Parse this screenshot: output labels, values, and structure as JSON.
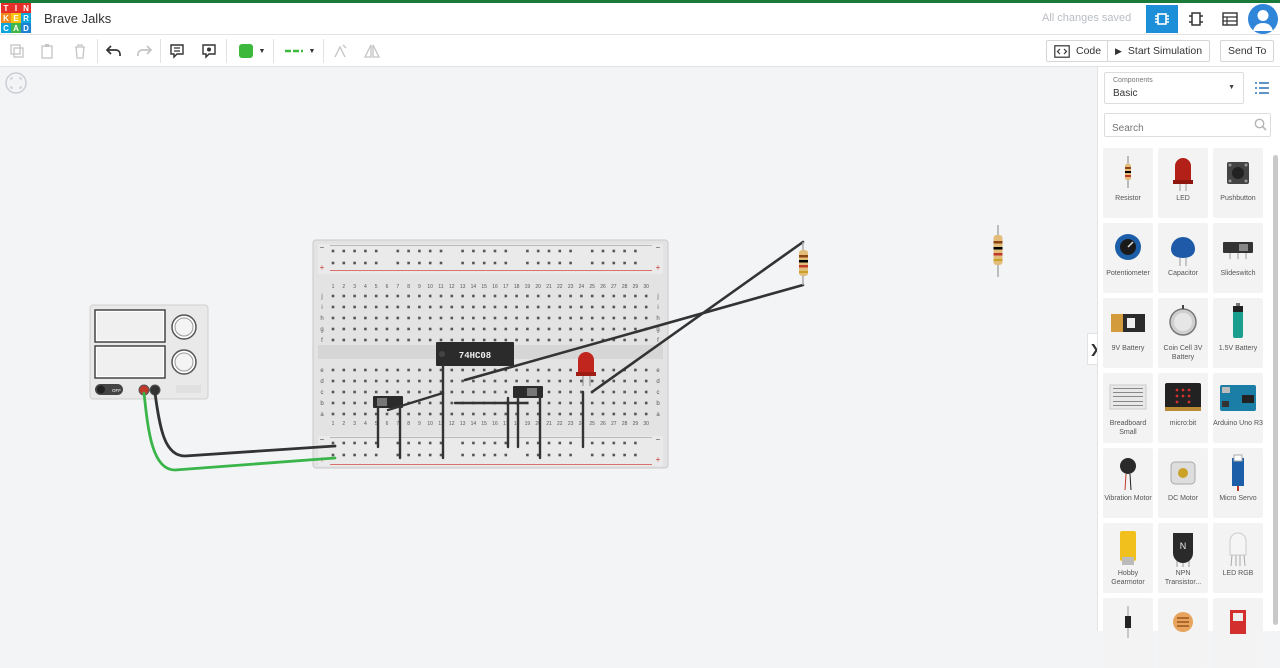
{
  "app": {
    "logo_letters": [
      "T",
      "I",
      "N",
      "K",
      "E",
      "R",
      "C",
      "A",
      "D"
    ],
    "logo_colors": [
      "#e5302a",
      "#e5302a",
      "#e5302a",
      "#f08a1c",
      "#f7c313",
      "#0ba5db",
      "#0ba5db",
      "#41b649",
      "#1d82d1"
    ],
    "doc_title": "Brave Jalks",
    "save_status": "All changes saved"
  },
  "toolbar": {
    "code_label": "Code",
    "simulate_label": "Start Simulation",
    "send_label": "Send To",
    "color_swatch": "#3cb93c"
  },
  "breadboard": {
    "col_numbers": [
      "1",
      "2",
      "3",
      "4",
      "5",
      "6",
      "7",
      "8",
      "9",
      "10",
      "11",
      "12",
      "13",
      "14",
      "15",
      "16",
      "17",
      "18",
      "19",
      "20",
      "21",
      "22",
      "23",
      "24",
      "25",
      "26",
      "27",
      "28",
      "29",
      "30"
    ],
    "rows_top": [
      "j",
      "i",
      "h",
      "g",
      "f"
    ],
    "rows_bottom": [
      "e",
      "d",
      "c",
      "b",
      "a"
    ],
    "chip_label": "74HC08"
  },
  "power_supply": {
    "off_label": "OFF"
  },
  "panel": {
    "dropdown_caption": "Components",
    "dropdown_value": "Basic",
    "search_placeholder": "Search",
    "components": [
      {
        "label": "Resistor",
        "icon": "resistor-icon"
      },
      {
        "label": "LED",
        "icon": "led-icon"
      },
      {
        "label": "Pushbutton",
        "icon": "pushbutton-icon"
      },
      {
        "label": "Potentiometer",
        "icon": "potentiometer-icon"
      },
      {
        "label": "Capacitor",
        "icon": "capacitor-icon"
      },
      {
        "label": "Slideswitch",
        "icon": "slideswitch-icon"
      },
      {
        "label": "9V Battery",
        "icon": "battery-9v-icon"
      },
      {
        "label": "Coin Cell 3V Battery",
        "icon": "coin-cell-icon"
      },
      {
        "label": "1.5V Battery",
        "icon": "battery-aa-icon"
      },
      {
        "label": "Breadboard Small",
        "icon": "breadboard-icon"
      },
      {
        "label": "micro:bit",
        "icon": "microbit-icon"
      },
      {
        "label": "Arduino Uno R3",
        "icon": "arduino-icon"
      },
      {
        "label": "Vibration Motor",
        "icon": "vibration-motor-icon"
      },
      {
        "label": "DC Motor",
        "icon": "dc-motor-icon"
      },
      {
        "label": "Micro Servo",
        "icon": "servo-icon"
      },
      {
        "label": "Hobby Gearmotor",
        "icon": "gearmotor-icon"
      },
      {
        "label": "NPN Transistor...",
        "icon": "transistor-icon"
      },
      {
        "label": "LED RGB",
        "icon": "led-rgb-icon"
      },
      {
        "label": "",
        "icon": "diode-icon"
      },
      {
        "label": "",
        "icon": "photoresistor-icon"
      },
      {
        "label": "",
        "icon": "sensor-icon"
      }
    ]
  }
}
